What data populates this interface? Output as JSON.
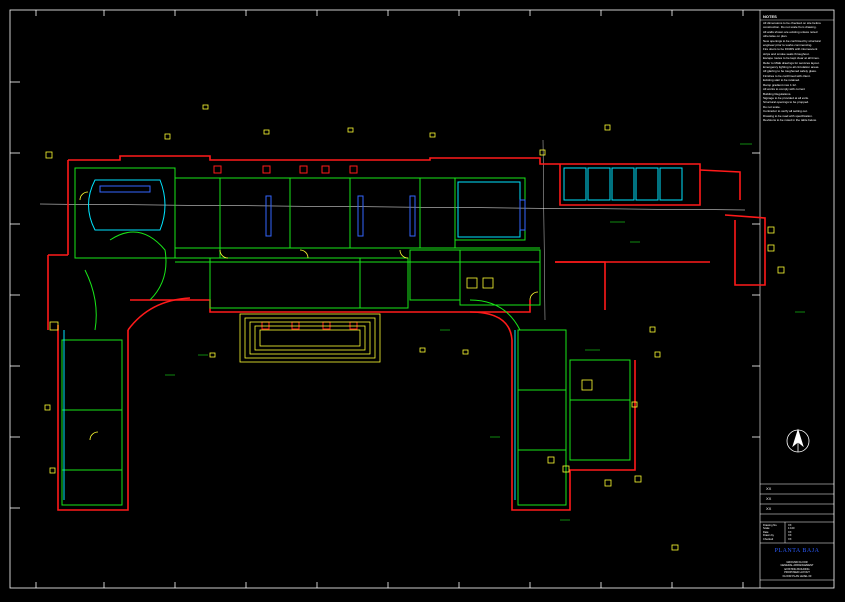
{
  "sheet": {
    "background": "#000000",
    "colors": {
      "walls": "#ff1a1a",
      "partitions": "#19e619",
      "doors_annotations": "#ffff33",
      "windows_glazing": "#00e5ff",
      "furniture": "#3366ff",
      "frame": "#ffffff"
    }
  },
  "notes": {
    "title": "NOTES",
    "lines": [
      "All dimensions to be checked on site before",
      "construction. Do not scale from drawing.",
      "All walls shown are existing unless noted",
      "otherwise on plan.",
      "New openings to be confirmed by structural",
      "engineer prior to works commencing.",
      "Fire doors to be FD30S with intumescent",
      "strips and smoke seals throughout.",
      "Escape routes to be kept clear at all times.",
      "Refer to M&E drawings for services layout.",
      "Emergency lighting to all circulation areas.",
      "All glazing to be toughened safety glass.",
      "Finishes to be confirmed with client.",
      "Existing stair to be retained.",
      "Ramp gradient max 1:12.",
      "All works to comply with current",
      "Building Regulations.",
      "Signage to be provided at all exits.",
      "Structural openings to be propped.",
      "Do not scale.",
      "Contractor to verify all setting out.",
      "Drawing to be read with specification.",
      "Revisions to be noted in the table below."
    ]
  },
  "revisions": [
    {
      "label": "XX"
    },
    {
      "label": "XX"
    },
    {
      "label": "XX"
    }
  ],
  "legend": {
    "rows": [
      [
        "Drawing No.",
        "XX"
      ],
      [
        "Scale",
        "1:100"
      ],
      [
        "Date",
        "XX"
      ],
      [
        "Drawn by",
        "XX"
      ],
      [
        "Checked",
        "XX"
      ]
    ]
  },
  "title_block": {
    "logo": "PLANTA BAJA",
    "lines": [
      "GROUND FLOOR",
      "GENERAL ARRANGEMENT",
      "EXISTING BUILDING",
      "PROPOSED LAYOUT",
      "FLOOR PLAN LEVEL 00"
    ]
  },
  "north_arrow": {
    "icon": "north-arrow-icon"
  }
}
